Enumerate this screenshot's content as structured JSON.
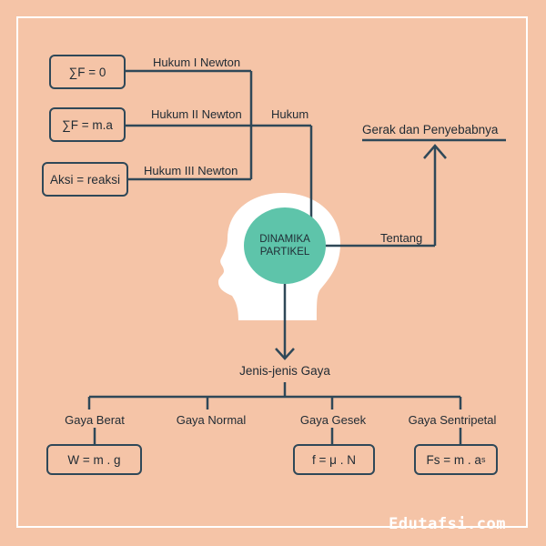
{
  "newton": {
    "law1_formula": "∑F = 0",
    "law1_label": "Hukum I Newton",
    "law2_formula": "∑F = m.a",
    "law2_label": "Hukum II Newton",
    "law3_formula": "Aksi = reaksi",
    "law3_label": "Hukum III Newton",
    "group_label": "Hukum"
  },
  "topic": {
    "label": "Tentang",
    "text": "Gerak dan Penyebabnya"
  },
  "center": {
    "line1": "DINAMIKA",
    "line2": "PARTIKEL"
  },
  "forces": {
    "title": "Jenis-jenis Gaya",
    "items": [
      {
        "name": "Gaya Berat",
        "formula": "W = m . g"
      },
      {
        "name": "Gaya Normal"
      },
      {
        "name": "Gaya Gesek",
        "formula": "f = μ . N"
      },
      {
        "name": "Gaya Sentripetal",
        "formula_main": "Fs = m . a",
        "formula_sub": "s"
      }
    ]
  },
  "colors": {
    "background": "#f5c4a7",
    "line": "#2f4858",
    "head": "#ffffff",
    "core": "#5ec4aa"
  },
  "brand": "Edutafsi.com"
}
